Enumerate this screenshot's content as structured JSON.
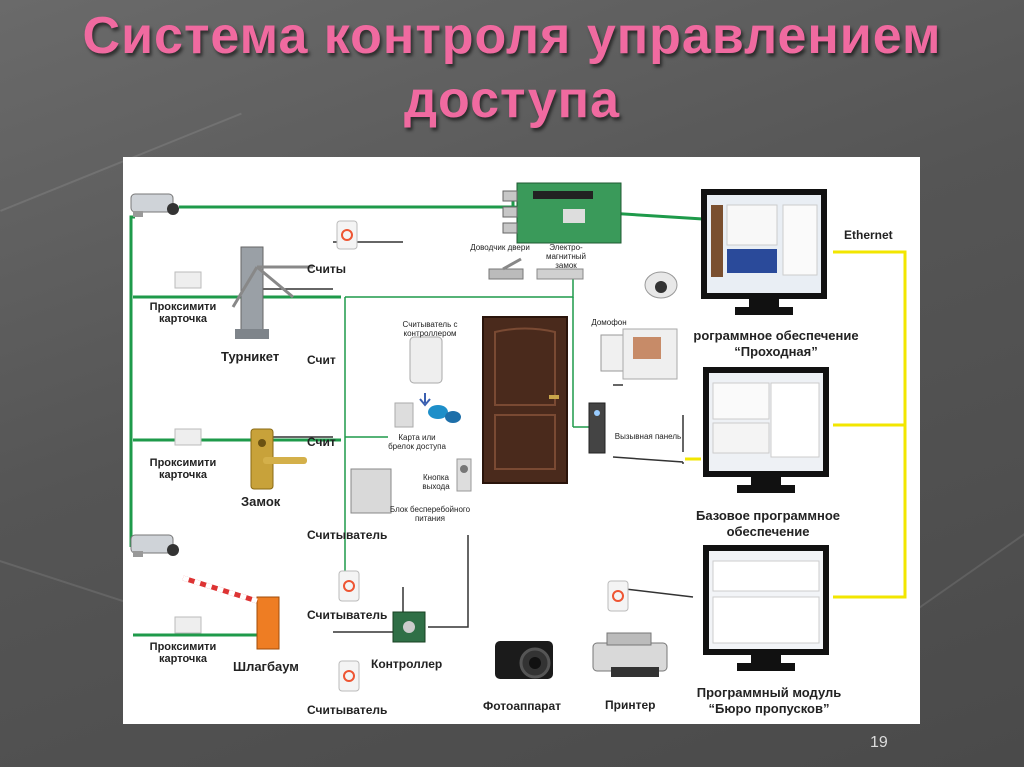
{
  "slide": {
    "title_line1": "Система контроля управлением",
    "title_line2": "доступа",
    "page_number": "19"
  },
  "diagram": {
    "card_label": "Проксимити карточка",
    "turnstile": "Турникет",
    "lock": "Замок",
    "barrier": "Шлагбаум",
    "reader": "Считыватель",
    "reader_partial": "Считы",
    "reader_partial2": "Счит",
    "controller": "Контроллер",
    "door_closer": "Доводчик двери",
    "magnetic_lock": "Электро-магнитный замок",
    "reader_with_controller": "Считыватель с контроллером",
    "card_or_fob": "Карта или брелок доступа",
    "exit_button": "Кнопка выхода",
    "ups": "Блок бесперебойного питания",
    "intercom": "Домофон",
    "call_panel": "Вызывная панель",
    "ethernet": "Ethernet",
    "software_pass_1": "рограммное обеспечение",
    "software_pass_2": "“Проходная”",
    "base_software_1": "Базовое программное",
    "base_software_2": "обеспечение",
    "module_1": "Программный модуль",
    "module_2": "“Бюро пропусков”",
    "camera": "Фотоаппарат",
    "printer": "Принтер"
  },
  "colors": {
    "title": "#f06aa0",
    "link_green": "#1e9a4a",
    "ethernet_yellow": "#f2e600",
    "wire_dark": "#333333"
  }
}
